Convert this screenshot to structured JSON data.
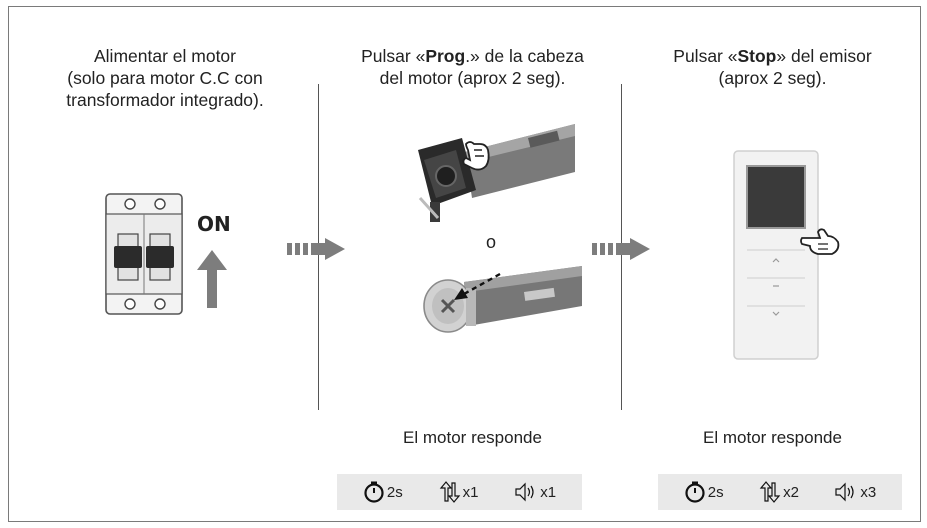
{
  "step1": {
    "line1": "Alimentar el motor",
    "line2": "(solo para motor C.C con",
    "line3": "transformador integrado).",
    "on_label": "ON"
  },
  "step2": {
    "line1_pre": "Pulsar «",
    "line1_bold": "Prog",
    "line1_post": ".» de la cabeza",
    "line2": "del motor (aprox 2 seg).",
    "or_label": "o",
    "caption": "El motor responde",
    "legend": {
      "time": "2s",
      "move": "x1",
      "sound": "x1"
    }
  },
  "step3": {
    "line1_pre": "Pulsar «",
    "line1_bold": "Stop",
    "line1_post": "» del emisor",
    "line2": "(aprox 2 seg).",
    "caption": "El motor responde",
    "legend": {
      "time": "2s",
      "move": "x2",
      "sound": "x3"
    }
  },
  "colors": {
    "legend_bg": "#e9e9e9",
    "arrow": "#7d7d7d",
    "motor": "#6e6e6e"
  }
}
